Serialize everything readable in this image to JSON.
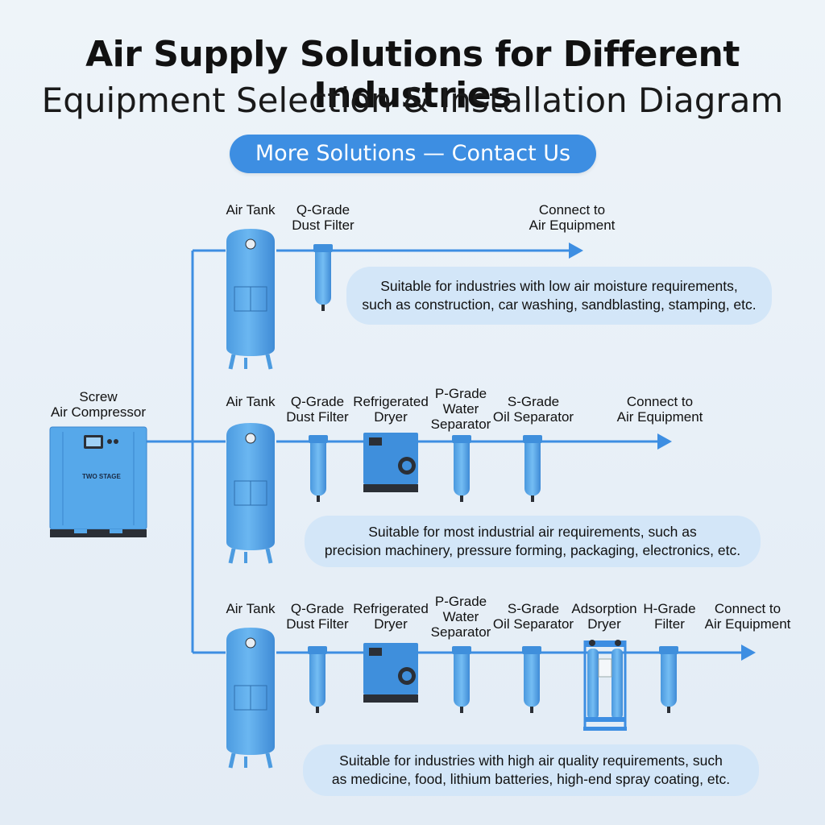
{
  "header": {
    "title": "Air Supply Solutions for Different Industries",
    "subtitle": "Equipment Selection & Installation Diagram",
    "contact_button": "More Solutions — Contact Us"
  },
  "compressor": {
    "label": "Screw\nAir Compressor",
    "brand": "TWO STAGE"
  },
  "rows": [
    {
      "labels": {
        "air_tank": "Air Tank",
        "q_filter": "Q-Grade\nDust Filter",
        "end": "Connect to\nAir Equipment"
      },
      "note": "Suitable for industries with low air moisture requirements,\nsuch as construction, car washing, sandblasting, stamping, etc."
    },
    {
      "labels": {
        "air_tank": "Air Tank",
        "q_filter": "Q-Grade\nDust Filter",
        "dryer": "Refrigerated\nDryer",
        "p_separator": "P-Grade\nWater\nSeparator",
        "s_separator": "S-Grade\nOil Separator",
        "end": "Connect to\nAir Equipment"
      },
      "note": "Suitable for most industrial air requirements, such as\nprecision machinery, pressure forming, packaging, electronics, etc."
    },
    {
      "labels": {
        "air_tank": "Air Tank",
        "q_filter": "Q-Grade\nDust Filter",
        "dryer": "Refrigerated\nDryer",
        "p_separator": "P-Grade\nWater\nSeparator",
        "s_separator": "S-Grade\nOil Separator",
        "adsorption": "Adsorption\nDryer",
        "h_filter": "H-Grade\nFilter",
        "end": "Connect to\nAir Equipment"
      },
      "note": "Suitable for industries with high air quality requirements, such\nas medicine, food, lithium batteries, high-end spray coating, etc."
    }
  ],
  "colors": {
    "pipe": "#3d8ee2",
    "equipment": "#56a8ea",
    "equipment_dark": "#3a86cf",
    "note_bg": "#d3e6f8",
    "dryer_base": "#2b2f36"
  }
}
